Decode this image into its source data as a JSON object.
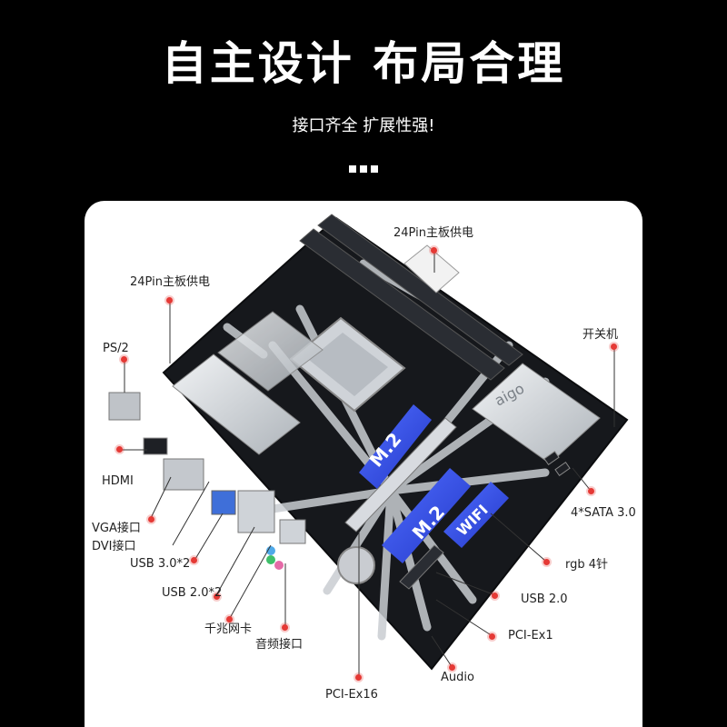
{
  "header": {
    "title": "自主设计 布局合理",
    "subtitle": "接口齐全 扩展性强!"
  },
  "board": {
    "logo": "aigo",
    "m2_slot_1": "M.2",
    "m2_slot_2": "M.2",
    "wifi_slot": "WIFI",
    "accent_color": "#3d5cf5"
  },
  "callouts": {
    "power_24pin_top": "24Pin主板供电",
    "power_24pin_left": "24Pin主板供电",
    "ps2": "PS/2",
    "power_switch": "开关机",
    "hdmi": "HDMI",
    "sata": "4*SATA 3.0",
    "vga": "VGA接口",
    "dvi": "DVI接口",
    "usb30": "USB 3.0*2",
    "rgb": "rgb 4针",
    "usb20_rear": "USB 2.0*2",
    "usb20": "USB 2.0",
    "lan": "千兆网卡",
    "audio_port": "音频接口",
    "pciex1": "PCI-Ex1",
    "audio": "Audio",
    "pciex16": "PCI-Ex16"
  },
  "colors": {
    "background": "#000000",
    "card": "#ffffff",
    "marker": "#e53935"
  }
}
